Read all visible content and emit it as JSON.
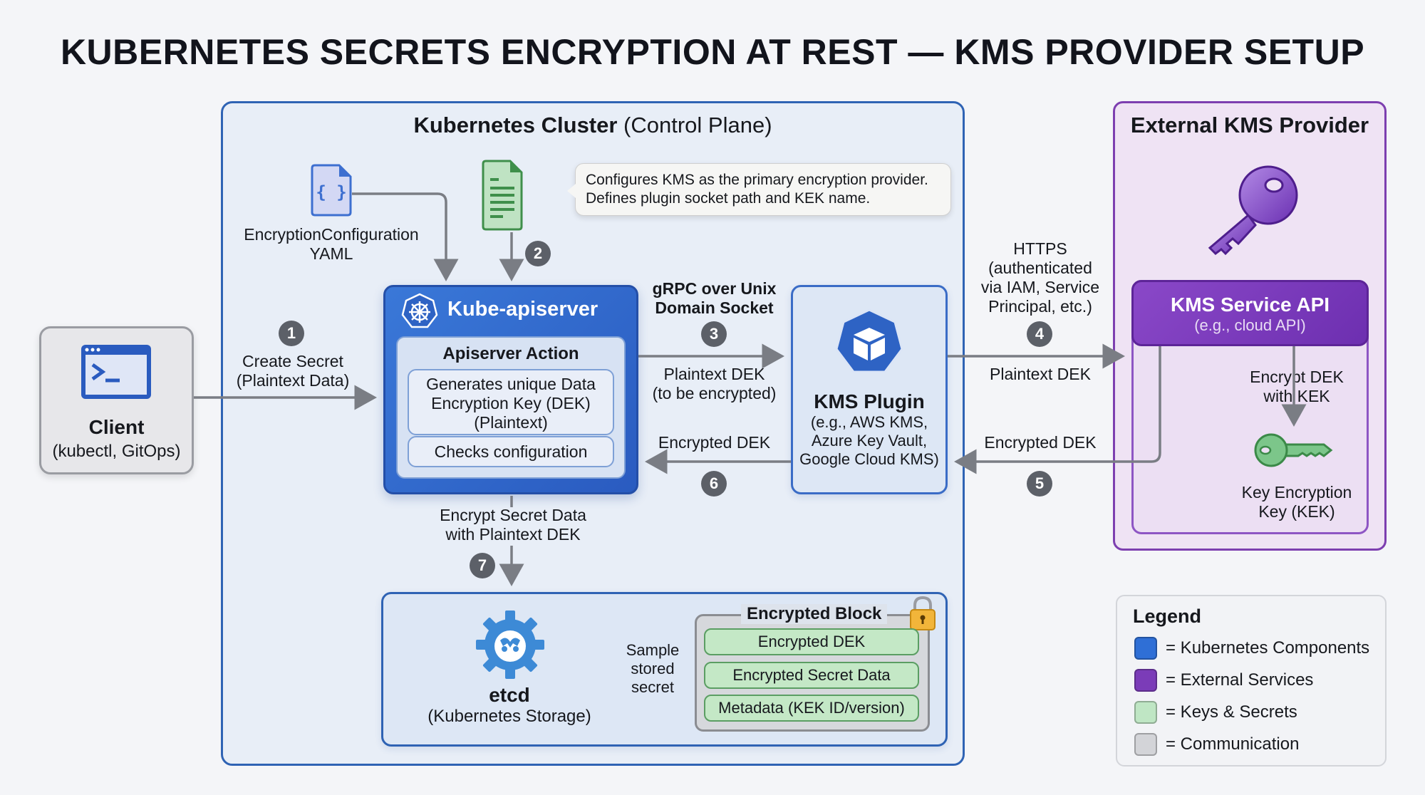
{
  "title": "KUBERNETES SECRETS ENCRYPTION AT REST — KMS PROVIDER SETUP",
  "cluster": {
    "title_bold": "Kubernetes Cluster",
    "title_rest": " (Control Plane)"
  },
  "encryption_config": {
    "label_line1": "EncryptionConfiguration",
    "label_line2": "YAML",
    "icon": "json-file-icon"
  },
  "config_doc": {
    "icon": "document-icon",
    "callout_line1": "Configures KMS as the primary encryption provider.",
    "callout_line2": "Defines plugin socket path and KEK name."
  },
  "client": {
    "name": "Client",
    "subtitle": "(kubectl, GitOps)",
    "icon": "terminal-icon"
  },
  "apiserver": {
    "title": "Kube-apiserver",
    "icon": "kubernetes-helm-icon",
    "action_title": "Apiserver Action",
    "action_items": [
      [
        "Generates unique Data",
        "Encryption Key (DEK)",
        "(Plaintext)"
      ],
      [
        "Checks configuration"
      ]
    ]
  },
  "kms_plugin": {
    "name": "KMS Plugin",
    "subtitle_lines": [
      "(e.g., AWS KMS,",
      "Azure Key Vault,",
      "Google Cloud KMS)"
    ],
    "icon": "cube-icon"
  },
  "external": {
    "title": "External KMS Provider",
    "icon": "key-icon",
    "service_api": {
      "name": "KMS Service API",
      "subtitle": "(e.g., cloud API)"
    },
    "encrypt_label_lines": [
      "Encrypt DEK",
      "with KEK"
    ],
    "kek_label_lines": [
      "Key Encryption",
      "Key (KEK)"
    ],
    "kek_icon": "green-key-icon"
  },
  "flows": [
    {
      "step": "1",
      "lines": [
        "Create Secret",
        "(Plaintext Data)"
      ]
    },
    {
      "step": "2",
      "lines": []
    },
    {
      "step": "3",
      "lines": [
        "gRPC over Unix",
        "Domain Socket"
      ],
      "below_lines": [
        "Plaintext DEK",
        "(to be encrypted)"
      ]
    },
    {
      "step": "4",
      "lines": [
        "HTTPS",
        "(authenticated",
        "via IAM, Service",
        "Principal, etc.)"
      ],
      "below_lines": [
        "Plaintext DEK"
      ]
    },
    {
      "step": "5",
      "lines": [
        "Encrypted DEK"
      ]
    },
    {
      "step": "6",
      "lines": [
        "Encrypted DEK"
      ]
    },
    {
      "step": "7",
      "lines": [
        "Encrypt Secret Data",
        "with Plaintext DEK"
      ]
    }
  ],
  "etcd": {
    "name": "etcd",
    "subtitle": "(Kubernetes Storage)",
    "icon": "etcd-gear-icon",
    "sample_lines": [
      "Sample",
      "stored",
      "secret"
    ],
    "block_title": "Encrypted Block",
    "lock_icon": "lock-icon",
    "block_items": [
      "Encrypted DEK",
      "Encrypted Secret Data",
      "Metadata (KEK ID/version)"
    ]
  },
  "legend": {
    "title": "Legend",
    "items": [
      {
        "label": "= Kubernetes Components",
        "color": "#2f6fd6"
      },
      {
        "label": "= External Services",
        "color": "#7b3cb8"
      },
      {
        "label": "= Keys & Secrets",
        "color": "#bfe6c4"
      },
      {
        "label": "= Communication",
        "color": "#d3d4d8"
      }
    ]
  },
  "colors": {
    "k8s_blue": "#2f63b4",
    "external_purple": "#7d3fb0",
    "key_green": "#5b9e63",
    "arrow_gray": "#7a7d84"
  }
}
